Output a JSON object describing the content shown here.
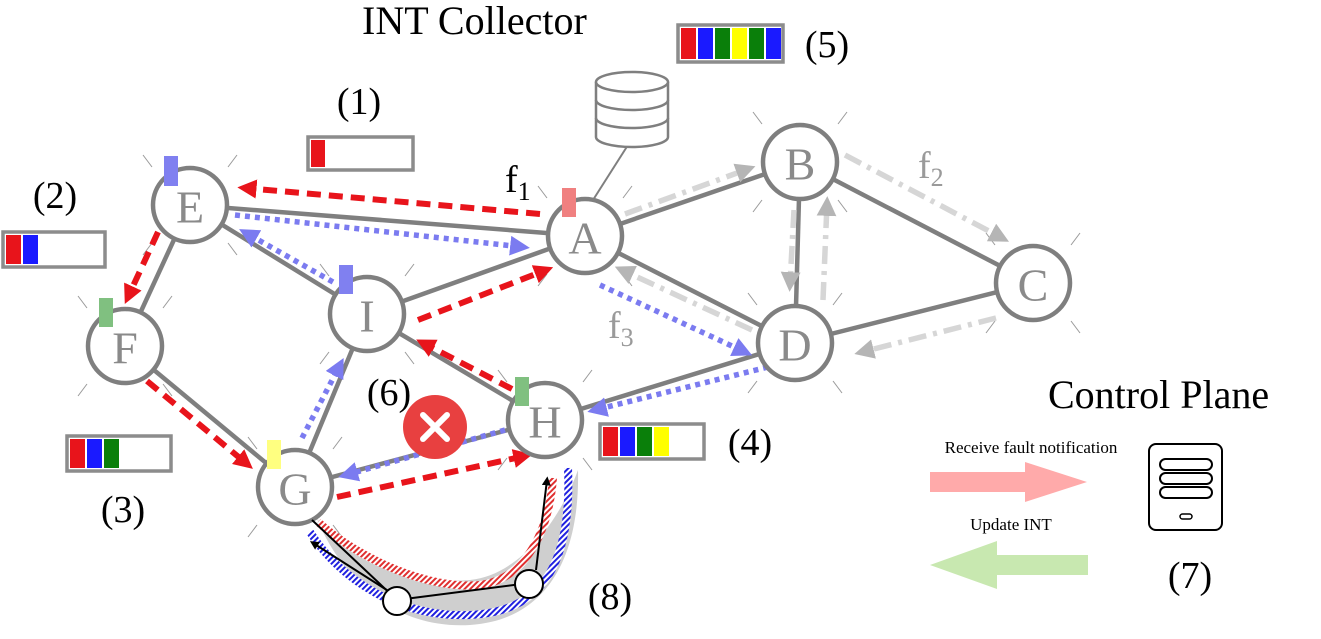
{
  "titles": {
    "int_collector": "INT Collector",
    "control_plane": "Control Plane"
  },
  "nodes": [
    {
      "id": "E",
      "label": "E"
    },
    {
      "id": "F",
      "label": "F"
    },
    {
      "id": "I",
      "label": "I"
    },
    {
      "id": "A",
      "label": "A"
    },
    {
      "id": "B",
      "label": "B"
    },
    {
      "id": "C",
      "label": "C"
    },
    {
      "id": "D",
      "label": "D"
    },
    {
      "id": "G",
      "label": "G"
    },
    {
      "id": "H",
      "label": "H"
    }
  ],
  "flows": {
    "f1": {
      "base": "f",
      "sub": "1"
    },
    "f2": {
      "base": "f",
      "sub": "2"
    },
    "f3": {
      "base": "f",
      "sub": "3"
    }
  },
  "steps": {
    "s1": "(1)",
    "s2": "(2)",
    "s3": "(3)",
    "s4": "(4)",
    "s5": "(5)",
    "s6": "(6)",
    "s7": "(7)",
    "s8": "(8)"
  },
  "control_plane_actions": {
    "receive": "Receive fault notification",
    "update": "Update INT"
  },
  "colors": {
    "red": "#e8141b",
    "blue": "#1a1aff",
    "green": "#0a7f0a",
    "yellow": "#ffff00",
    "light_blue_marker": "#8080f0",
    "light_green_marker": "#80c080",
    "light_red_marker": "#f08080",
    "light_yellow_marker": "#ffff80",
    "link_gray": "#7f7f7f",
    "fault_red": "#e84040",
    "receive_arrow": "#ffaaaa",
    "update_arrow": "#c8e8b0"
  },
  "icons": {
    "collector": "database-icon",
    "control_plane": "server-icon",
    "fault": "close-icon"
  }
}
